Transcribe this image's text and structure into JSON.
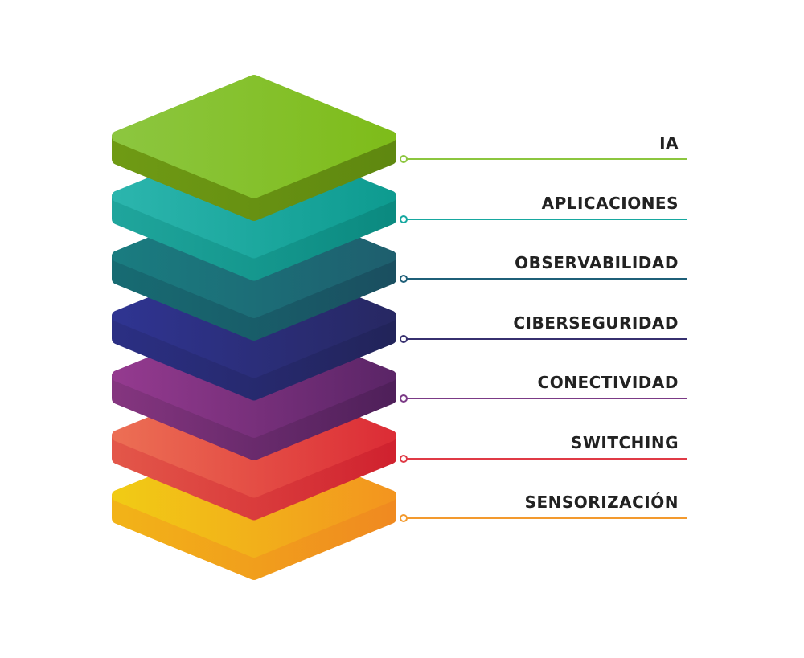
{
  "layers": [
    {
      "label": "IA",
      "top": "#8cc63f",
      "top_dark": "#7ebc1a",
      "side": "#6f9a14",
      "side_dark": "#5f8810",
      "line": "#8cc63f"
    },
    {
      "label": "APLICACIONES",
      "top": "#2bb5ad",
      "top_dark": "#0e9b90",
      "side": "#1fa59c",
      "side_dark": "#0b8a80",
      "line": "#17a8a0"
    },
    {
      "label": "OBSERVABILIDAD",
      "top": "#1a7c80",
      "top_dark": "#1e5f6e",
      "side": "#176b72",
      "side_dark": "#1a4f60",
      "line": "#1f5f78"
    },
    {
      "label": "CIBERSEGURIDAD",
      "top": "#2f3491",
      "top_dark": "#272863",
      "side": "#2b2f83",
      "side_dark": "#22245a",
      "line": "#37306f"
    },
    {
      "label": "CONECTIVIDAD",
      "top": "#943a8f",
      "top_dark": "#5b2567",
      "side": "#84357f",
      "side_dark": "#4f205a",
      "line": "#7b3a86"
    },
    {
      "label": "SWITCHING",
      "top": "#ec6e54",
      "top_dark": "#dc2d36",
      "side": "#e35649",
      "side_dark": "#d0222f",
      "line": "#e03a46"
    },
    {
      "label": "SENSORIZACIÓN",
      "top": "#f1cb15",
      "top_dark": "#f3951f",
      "side": "#f2b318",
      "side_dark": "#f08a20",
      "line": "#f39a2e"
    }
  ]
}
